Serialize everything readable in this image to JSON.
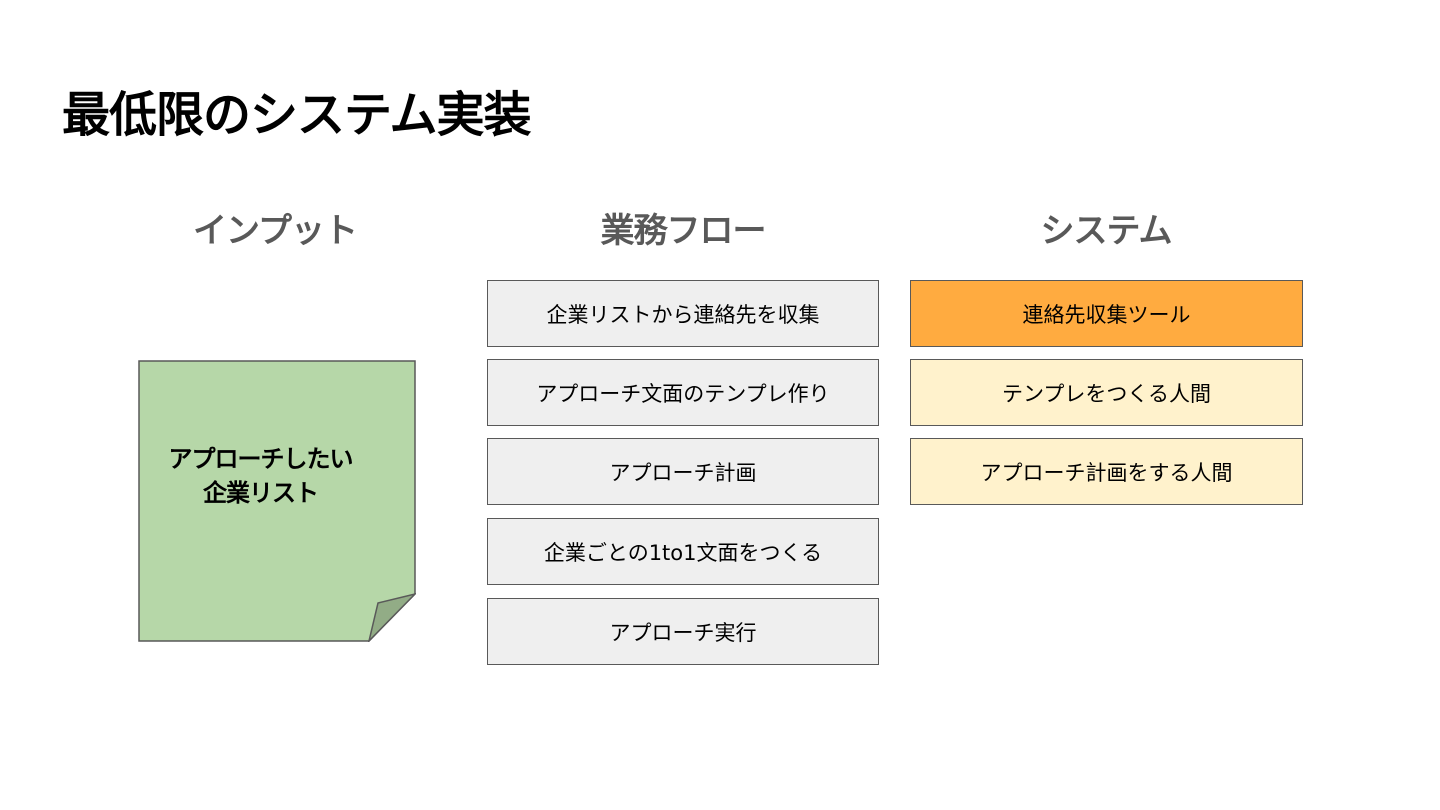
{
  "title": "最低限のシステム実装",
  "columns": {
    "input": "インプット",
    "flow": "業務フロー",
    "system": "システム"
  },
  "input_note": {
    "line1": "アプローチしたい",
    "line2": "企業リスト"
  },
  "flow_steps": [
    "企業リストから連絡先を収集",
    "アプローチ文面のテンプレ作り",
    "アプローチ計画",
    "企業ごとの1to1文面をつくる",
    "アプローチ実行"
  ],
  "system_items": [
    "連絡先収集ツール",
    "テンプレをつくる人間",
    "アプローチ計画をする人間"
  ],
  "colors": {
    "note_fill": "#b6d7a8",
    "note_fold": "#92ac86",
    "flow_fill": "#efefef",
    "tool_fill": "#ffab40",
    "human_fill": "#fff2cc",
    "border": "#595959",
    "header_text": "#595959"
  }
}
